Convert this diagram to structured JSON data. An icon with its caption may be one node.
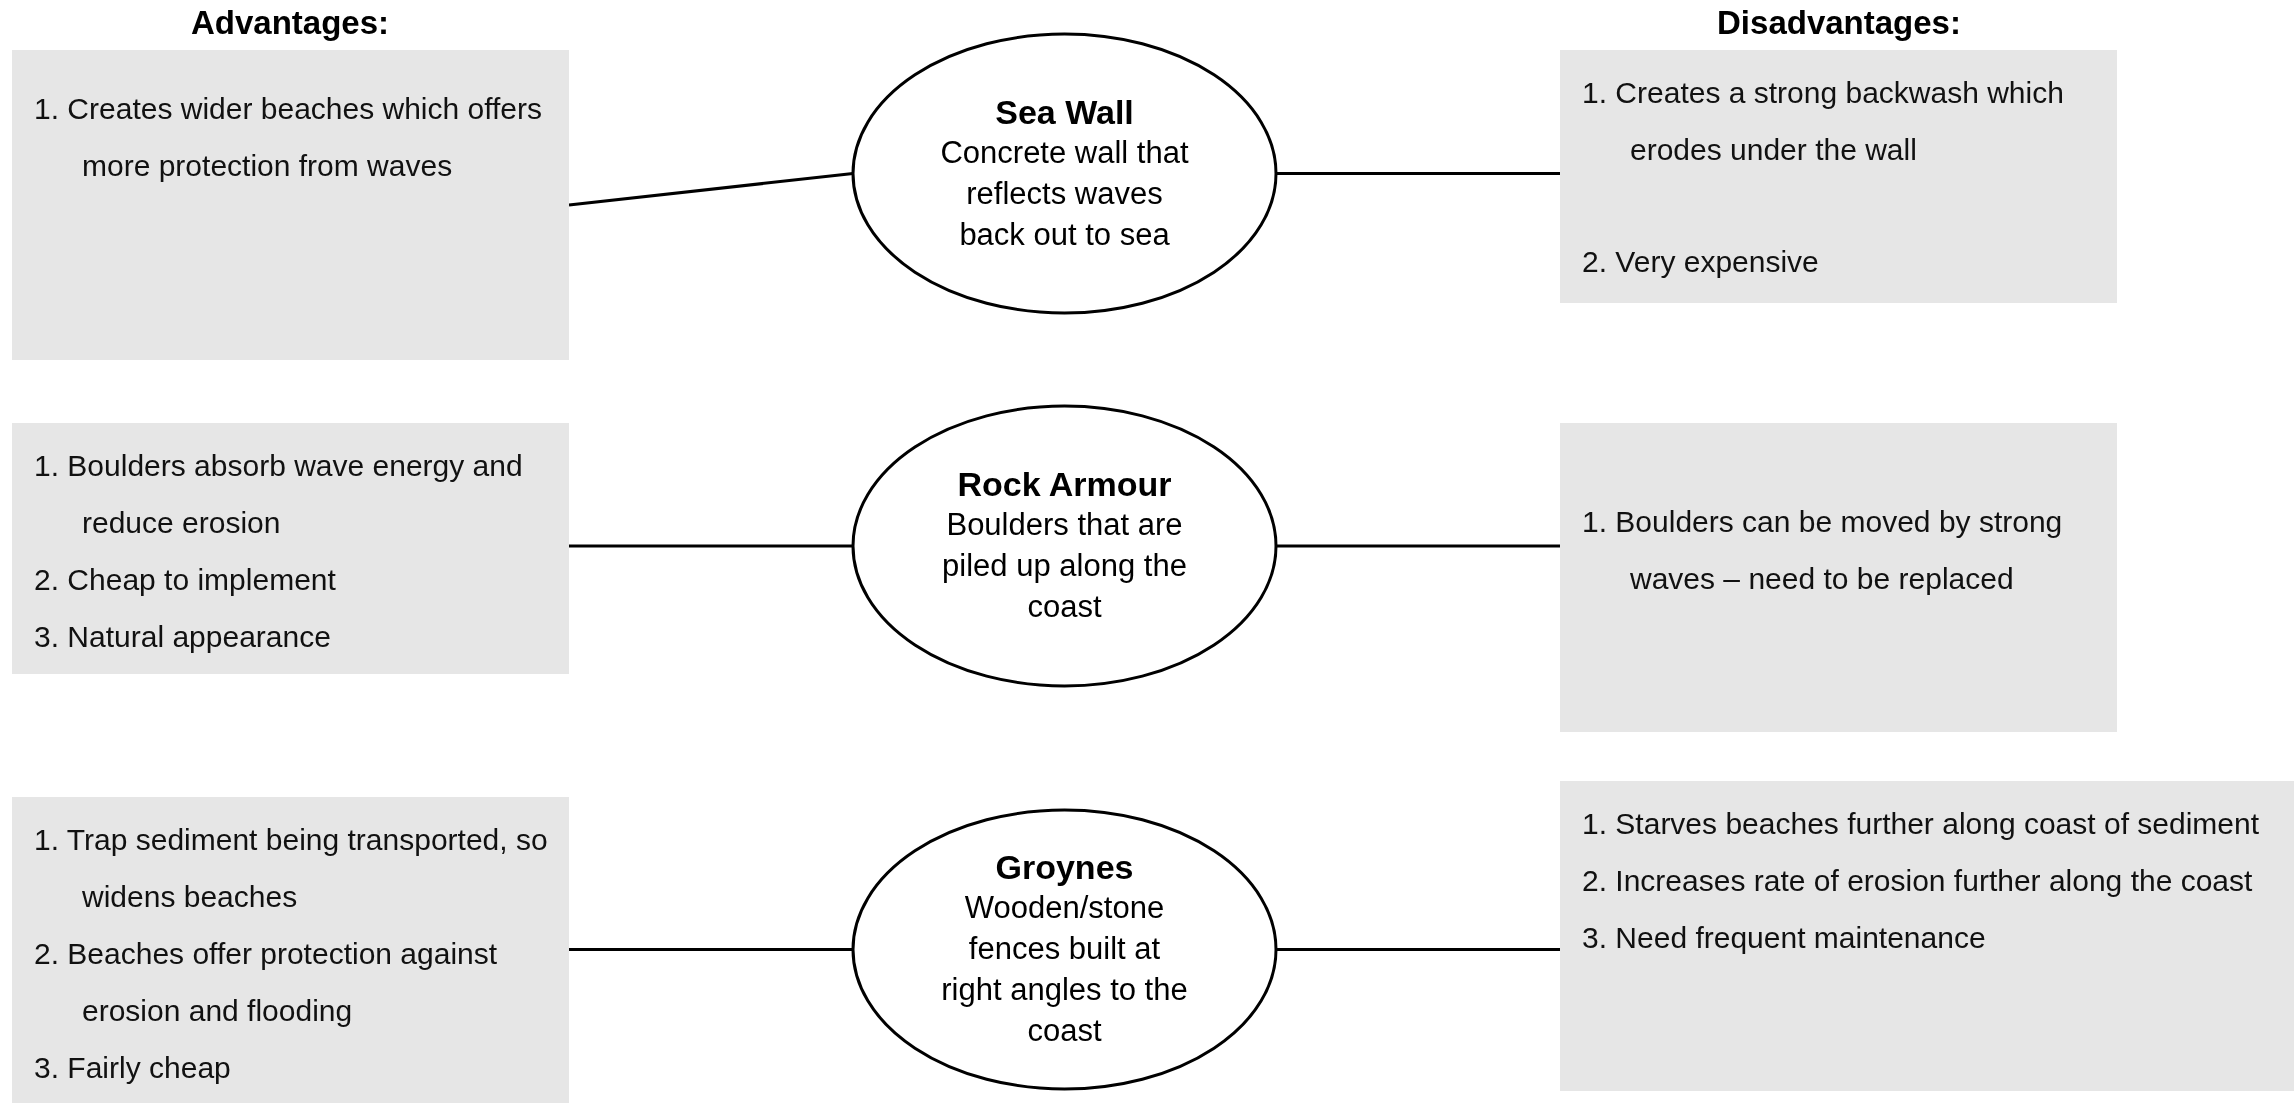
{
  "diagram": {
    "nodes": [
      {
        "text": [
          "1. Creates wider beaches which offers more protection from waves"
        ]
      },
      {
        "text": [
          "Sea Wall",
          "Concrete wall that reflects waves back out to sea"
        ]
      },
      {
        "text": [
          "1. Creates a strong backwash which erodes under the wall",
          "2. Very expensive"
        ]
      },
      {
        "text": [
          "1. Boulders absorb wave energy and reduce erosion",
          "2. Cheap to implement",
          "3. Natural appearance"
        ]
      },
      {
        "text": [
          "Rock Armour",
          "Boulders that are piled up along the coast"
        ]
      },
      {
        "text": [
          "1. Boulders can be moved by strong waves – need to be replaced"
        ]
      },
      {
        "text": [
          "1. Trap sediment being transported, so widens beaches",
          "2. Beaches offer protection against erosion and flooding",
          "3. Fairly cheap"
        ]
      },
      {
        "text": [
          "Groynes",
          "Wooden/stone fences built at right angles to the coast"
        ]
      },
      {
        "text": [
          "1. Starves beaches further along coast of sediment",
          "2. Increases rate of erosion further along the coast",
          "3. Need frequent maintenance"
        ]
      }
    ],
    "edges": [
      {
        "from": 1,
        "to": 0,
        "arrow": "none"
      },
      {
        "from": 1,
        "to": 2,
        "arrow": "none"
      },
      {
        "from": 4,
        "to": 3,
        "arrow": "none"
      },
      {
        "from": 4,
        "to": 5,
        "arrow": "none"
      },
      {
        "from": 7,
        "to": 6,
        "arrow": "none"
      },
      {
        "from": 7,
        "to": 8,
        "arrow": "none"
      }
    ],
    "labels": [
      "Advantages:",
      "Disadvantages:"
    ]
  }
}
